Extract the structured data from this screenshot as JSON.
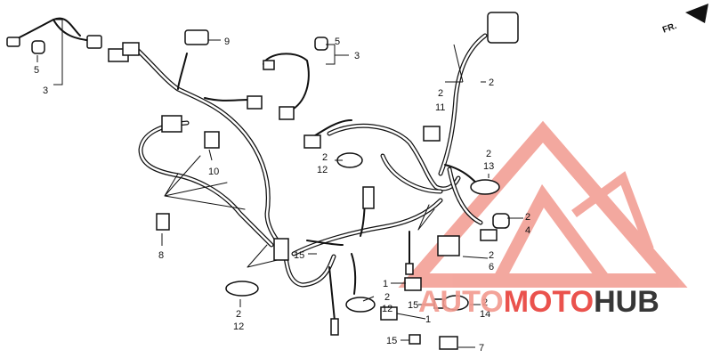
{
  "direction_label": "FR.",
  "callouts": [
    {
      "id": "c5a",
      "text": "5"
    },
    {
      "id": "c3a",
      "text": "3"
    },
    {
      "id": "c9",
      "text": "9"
    },
    {
      "id": "c5b",
      "text": "5"
    },
    {
      "id": "c3b",
      "text": "3"
    },
    {
      "id": "c2top",
      "text": "2"
    },
    {
      "id": "c2b",
      "text": "2"
    },
    {
      "id": "c11",
      "text": "11"
    },
    {
      "id": "c10",
      "text": "10"
    },
    {
      "id": "c2c",
      "text": "2"
    },
    {
      "id": "c12a",
      "text": "12"
    },
    {
      "id": "c2d",
      "text": "2"
    },
    {
      "id": "c13",
      "text": "13"
    },
    {
      "id": "c2e",
      "text": "2"
    },
    {
      "id": "c4",
      "text": "4"
    },
    {
      "id": "c8",
      "text": "8"
    },
    {
      "id": "c15a",
      "text": "15"
    },
    {
      "id": "c2f",
      "text": "2"
    },
    {
      "id": "c6",
      "text": "6"
    },
    {
      "id": "c1a",
      "text": "1"
    },
    {
      "id": "c2g",
      "text": "2"
    },
    {
      "id": "c12b",
      "text": "12"
    },
    {
      "id": "c15b",
      "text": "15"
    },
    {
      "id": "c1b",
      "text": "1"
    },
    {
      "id": "c2h",
      "text": "2"
    },
    {
      "id": "c14",
      "text": "14"
    },
    {
      "id": "c2i",
      "text": "2"
    },
    {
      "id": "c12c",
      "text": "12"
    },
    {
      "id": "c15c",
      "text": "15"
    },
    {
      "id": "c7",
      "text": "7"
    }
  ],
  "watermark": {
    "part1": "AUTO",
    "part2": "MOTO",
    "part3": "HUB",
    "color_accent": "#e8403a",
    "color_accent_light": "#f29a8f",
    "color_dark": "#222222"
  }
}
